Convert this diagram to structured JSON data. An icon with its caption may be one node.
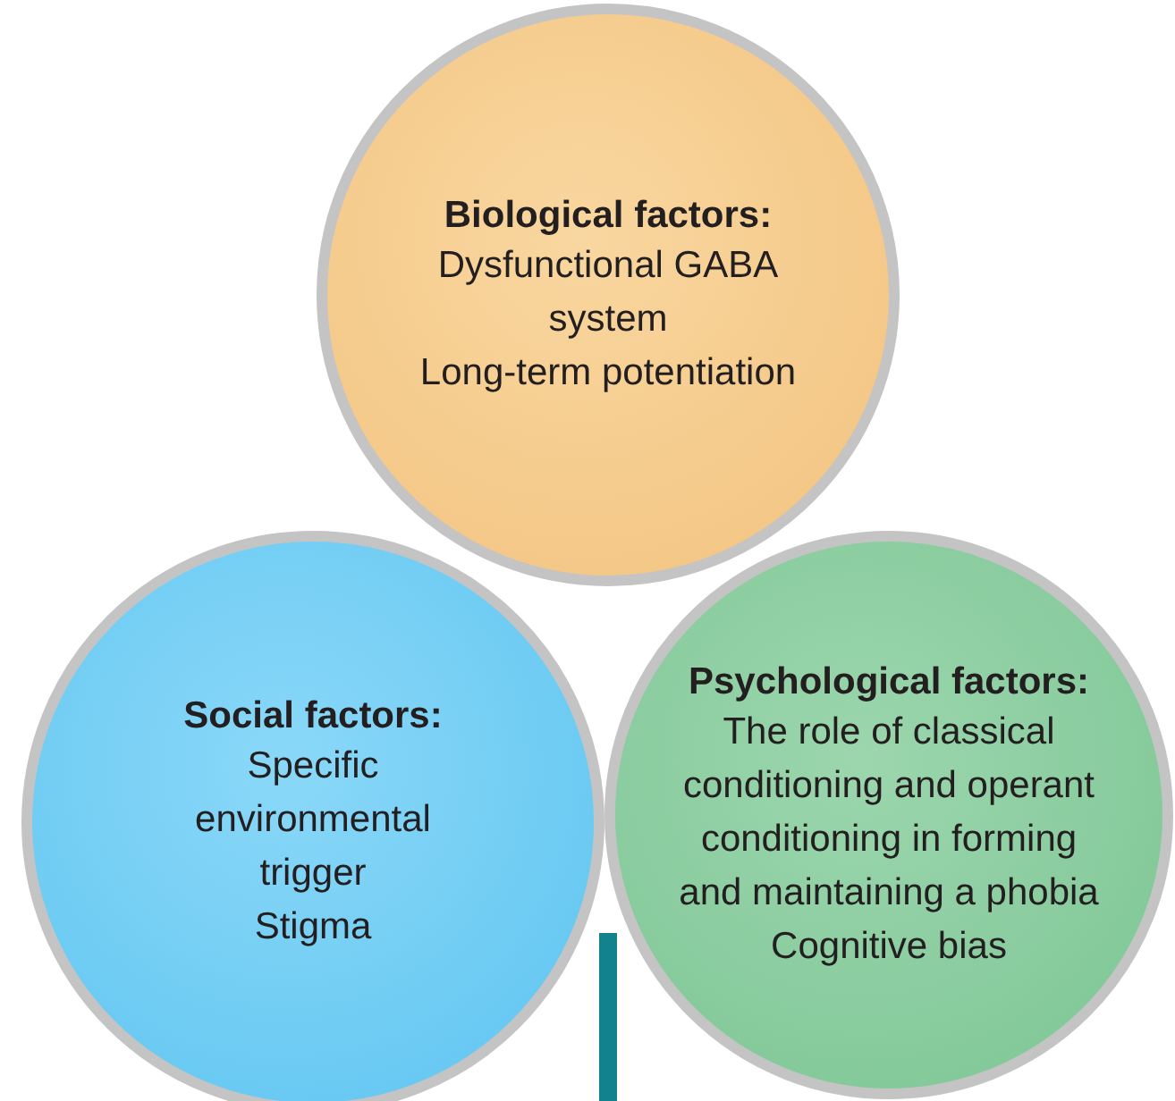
{
  "diagram": {
    "nodes": [
      {
        "text": [
          "Biological factors:",
          "Dysfunctional GABA system",
          "Long-term potentiation"
        ]
      },
      {
        "text": [
          "Social factors:",
          "Specific environmental trigger",
          "Stigma"
        ]
      },
      {
        "text": [
          "Psychological factors:",
          "The role of classical conditioning and operant conditioning in forming and maintaining a phobia",
          "Cognitive bias"
        ]
      }
    ]
  }
}
